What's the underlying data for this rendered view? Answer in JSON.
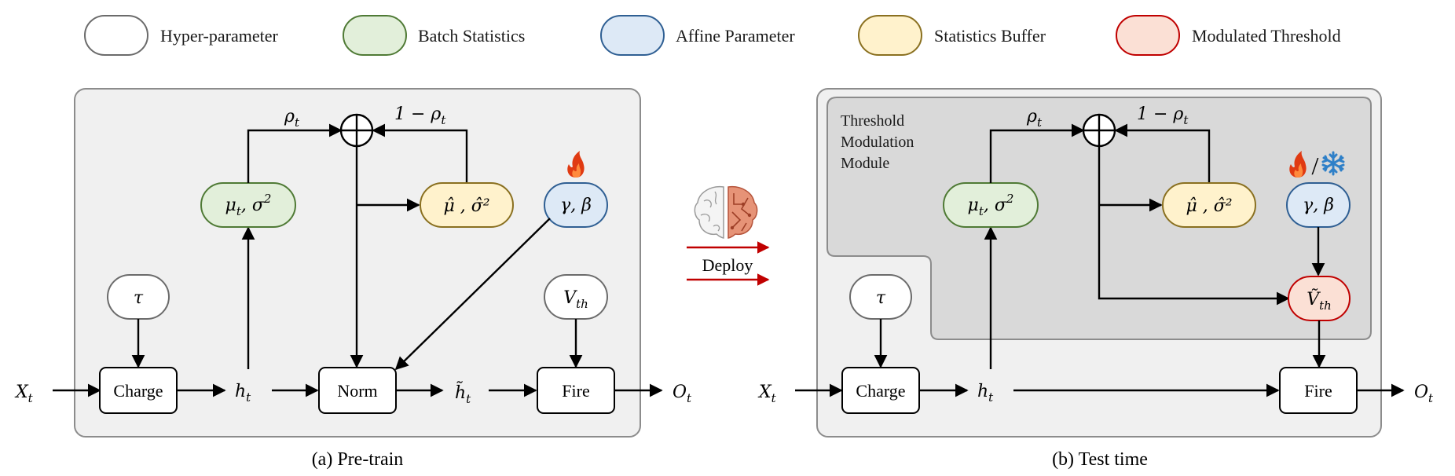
{
  "legend": [
    {
      "label": "Hyper-parameter",
      "fill": "#ffffff",
      "stroke": "#6b6b6b"
    },
    {
      "label": "Batch Statistics",
      "fill": "#e2efda",
      "stroke": "#4f7a35"
    },
    {
      "label": "Affine Parameter",
      "fill": "#dde9f6",
      "stroke": "#2f5f93"
    },
    {
      "label": "Statistics Buffer",
      "fill": "#fff2cc",
      "stroke": "#8a7020"
    },
    {
      "label": "Modulated Threshold",
      "fill": "#fbe0d5",
      "stroke": "#c00000"
    }
  ],
  "pretrain": {
    "caption": "(a) Pre-train",
    "input": "X",
    "input_sub": "t",
    "output": "O",
    "output_sub": "t",
    "charge": "Charge",
    "norm": "Norm",
    "fire": "Fire",
    "h": "h",
    "h_sub": "t",
    "h_tilde": "h̃",
    "h_tilde_sub": "t",
    "tau": "τ",
    "vth": "V",
    "vth_sub": "th",
    "batch_stats": "μ",
    "batch_stats_rest": ", σ",
    "batch_stats_sub": "t",
    "batch_stats_sup": "2",
    "buffer": "μ̂ , σ̂²",
    "affine": "γ, β",
    "rho": "ρ",
    "rho_sub": "t",
    "one_minus_rho": "1 − ρ",
    "one_minus_rho_sub": "t"
  },
  "deploy": {
    "label": "Deploy"
  },
  "testtime": {
    "caption": "(b) Test time",
    "module_label_1": "Threshold",
    "module_label_2": "Modulation",
    "module_label_3": "Module",
    "input": "X",
    "input_sub": "t",
    "output": "O",
    "output_sub": "t",
    "charge": "Charge",
    "fire": "Fire",
    "h": "h",
    "h_sub": "t",
    "tau": "τ",
    "vth_mod": "Ṽ",
    "vth_mod_sub": "th",
    "batch_stats": "μ",
    "batch_stats_rest": ", σ",
    "batch_stats_sub": "t",
    "batch_stats_sup": "2",
    "buffer": "μ̂ , σ̂²",
    "affine": "γ, β",
    "rho": "ρ",
    "rho_sub": "t",
    "one_minus_rho": "1 − ρ",
    "one_minus_rho_sub": "t",
    "slash": "/"
  }
}
